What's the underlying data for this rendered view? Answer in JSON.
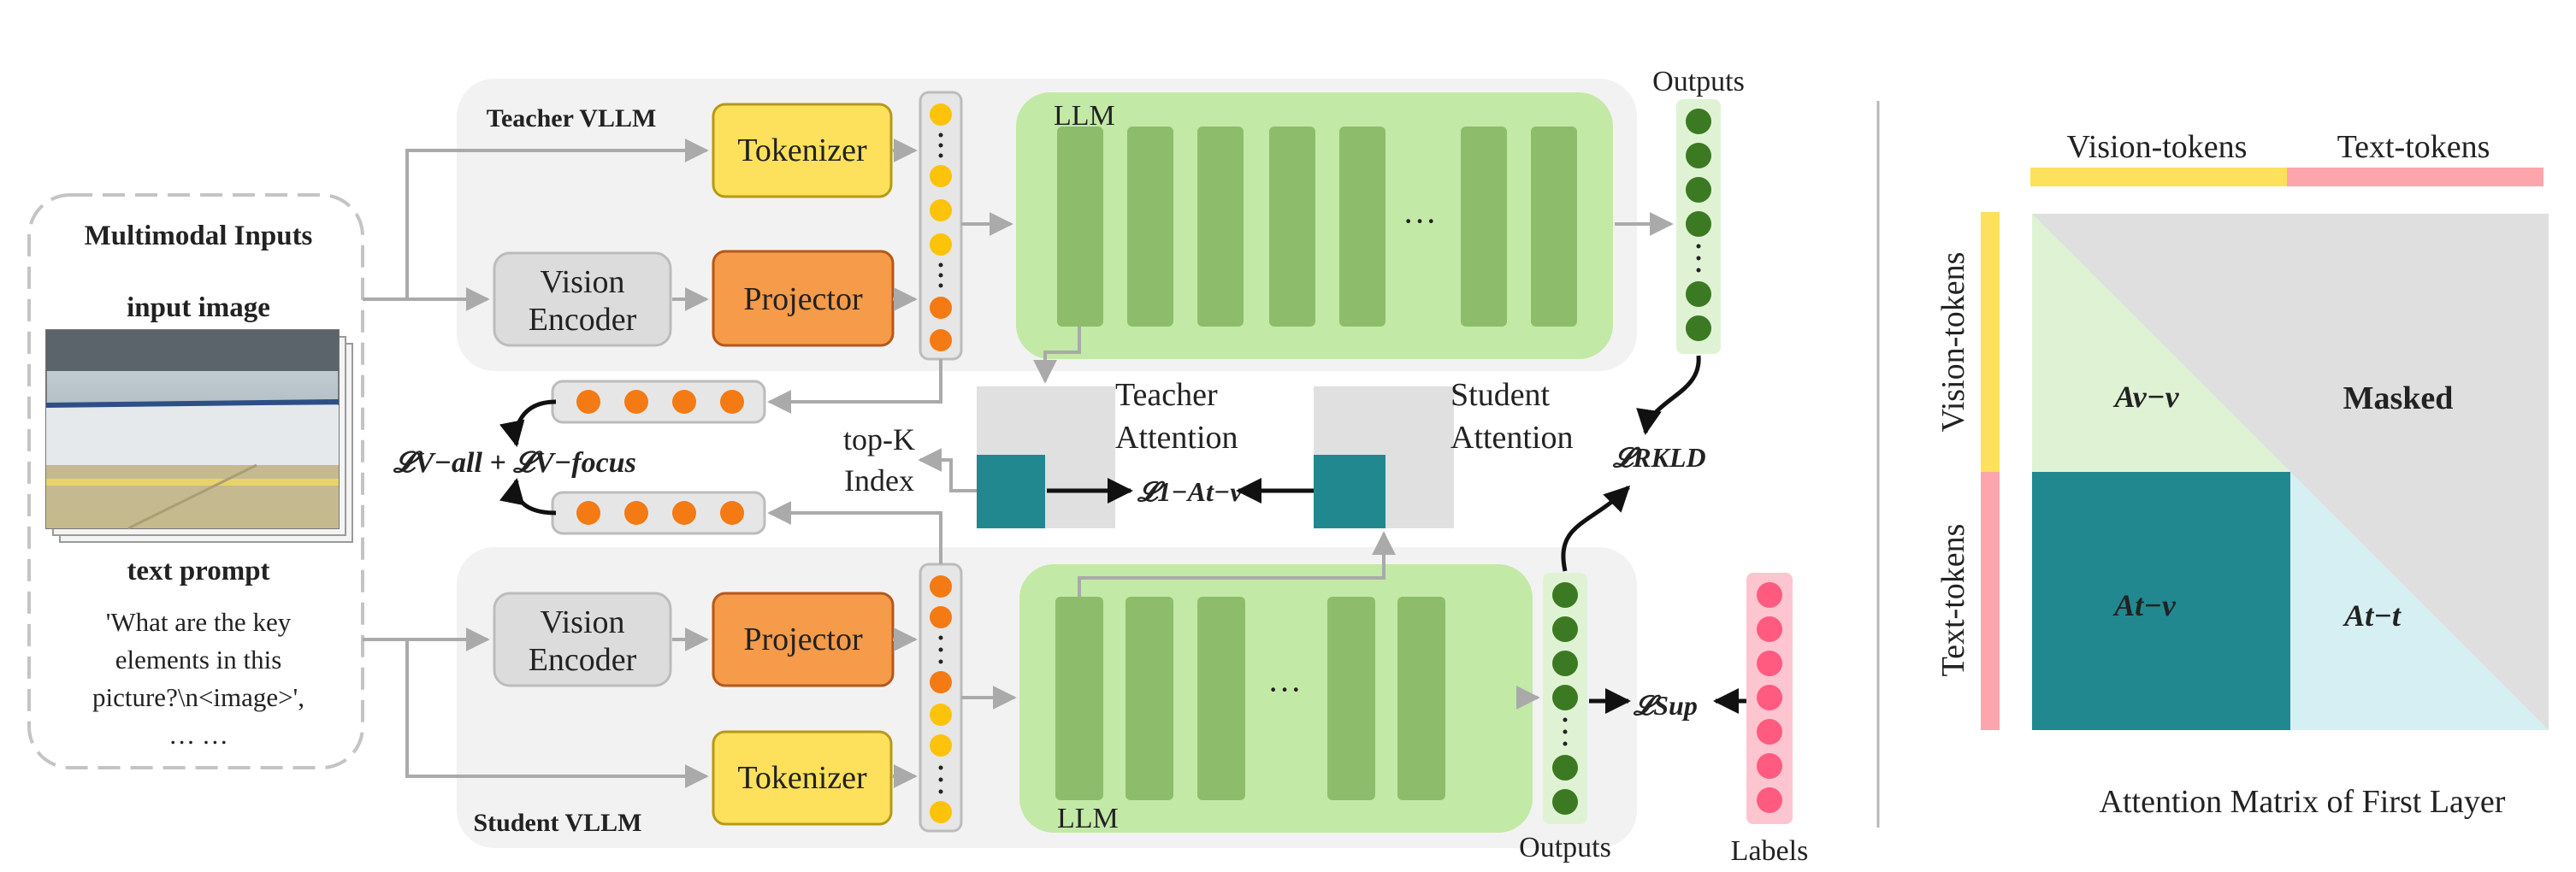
{
  "inputs": {
    "title": "Multimodal Inputs",
    "image_label": "input image",
    "text_label": "text prompt",
    "prompt_lines": [
      "'What are the key",
      "elements in this",
      "picture?\\n<image>',",
      "… …"
    ]
  },
  "teacher": {
    "title": "Teacher VLLM",
    "tokenizer": "Tokenizer",
    "vision_encoder_line1": "Vision",
    "vision_encoder_line2": "Encoder",
    "projector": "Projector",
    "llm": "LLM",
    "dots": "···",
    "outputs": "Outputs",
    "attention_line1": "Teacher",
    "attention_line2": "Attention"
  },
  "student": {
    "title": "Student VLLM",
    "tokenizer": "Tokenizer",
    "vision_encoder_line1": "Vision",
    "vision_encoder_line2": "Encoder",
    "projector": "Projector",
    "llm": "LLM",
    "dots": "···",
    "outputs": "Outputs",
    "labels": "Labels",
    "attention_line1": "Student",
    "attention_line2": "Attention"
  },
  "losses": {
    "v_all_focus": "𝓛V−all + 𝓛V−focus",
    "attn": "𝓛1−At−v",
    "rkld": "𝓛RKLD",
    "sup": "𝓛Sup"
  },
  "topk_line1": "top-K",
  "topk_line2": "Index",
  "matrix": {
    "col_vision": "Vision-tokens",
    "col_text": "Text-tokens",
    "row_vision": "Vision-tokens",
    "row_text": "Text-tokens",
    "a_vv": "Av−v",
    "masked": "Masked",
    "a_tv": "At−v",
    "a_tt": "At−t",
    "caption": "Attention Matrix of First Layer"
  },
  "colors": {
    "vllm_bg": "#f2f2f2",
    "tokenizer": "#fde15c",
    "projector": "#f59b4a",
    "encoder": "#dcdcdc",
    "llm_bg": "#c3e9a6",
    "llm_layer": "#8dbd6a",
    "output_dot": "#3b7a22",
    "label_dot": "#ff5b80",
    "yellow_dot": "#fdc20a",
    "orange_dot": "#f47a14",
    "teal": "#218890",
    "light_green": "#dff3d4",
    "light_cyan": "#d6eff2",
    "mask_gray": "#dfdfdf"
  }
}
